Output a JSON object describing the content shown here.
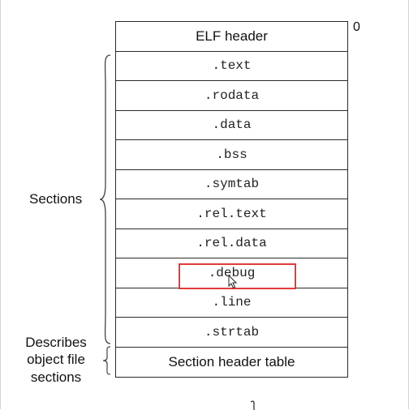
{
  "diagram": {
    "top_offset_label": "0",
    "rows": [
      {
        "text": "ELF header",
        "font": "sans"
      },
      {
        "text": ".text",
        "font": "mono"
      },
      {
        "text": ".rodata",
        "font": "mono"
      },
      {
        "text": ".data",
        "font": "mono"
      },
      {
        "text": ".bss",
        "font": "mono"
      },
      {
        "text": ".symtab",
        "font": "mono"
      },
      {
        "text": ".rel.text",
        "font": "mono"
      },
      {
        "text": ".rel.data",
        "font": "mono"
      },
      {
        "text": ".debug",
        "font": "mono"
      },
      {
        "text": ".line",
        "font": "mono"
      },
      {
        "text": ".strtab",
        "font": "mono"
      },
      {
        "text": "Section header table",
        "font": "sans"
      }
    ],
    "sections_label": "Sections",
    "describes_label": "Describes object file sections",
    "highlighted_row": ".debug",
    "highlight_color": "#e23a3a",
    "cursor_icon": "mouse-pointer-icon"
  }
}
